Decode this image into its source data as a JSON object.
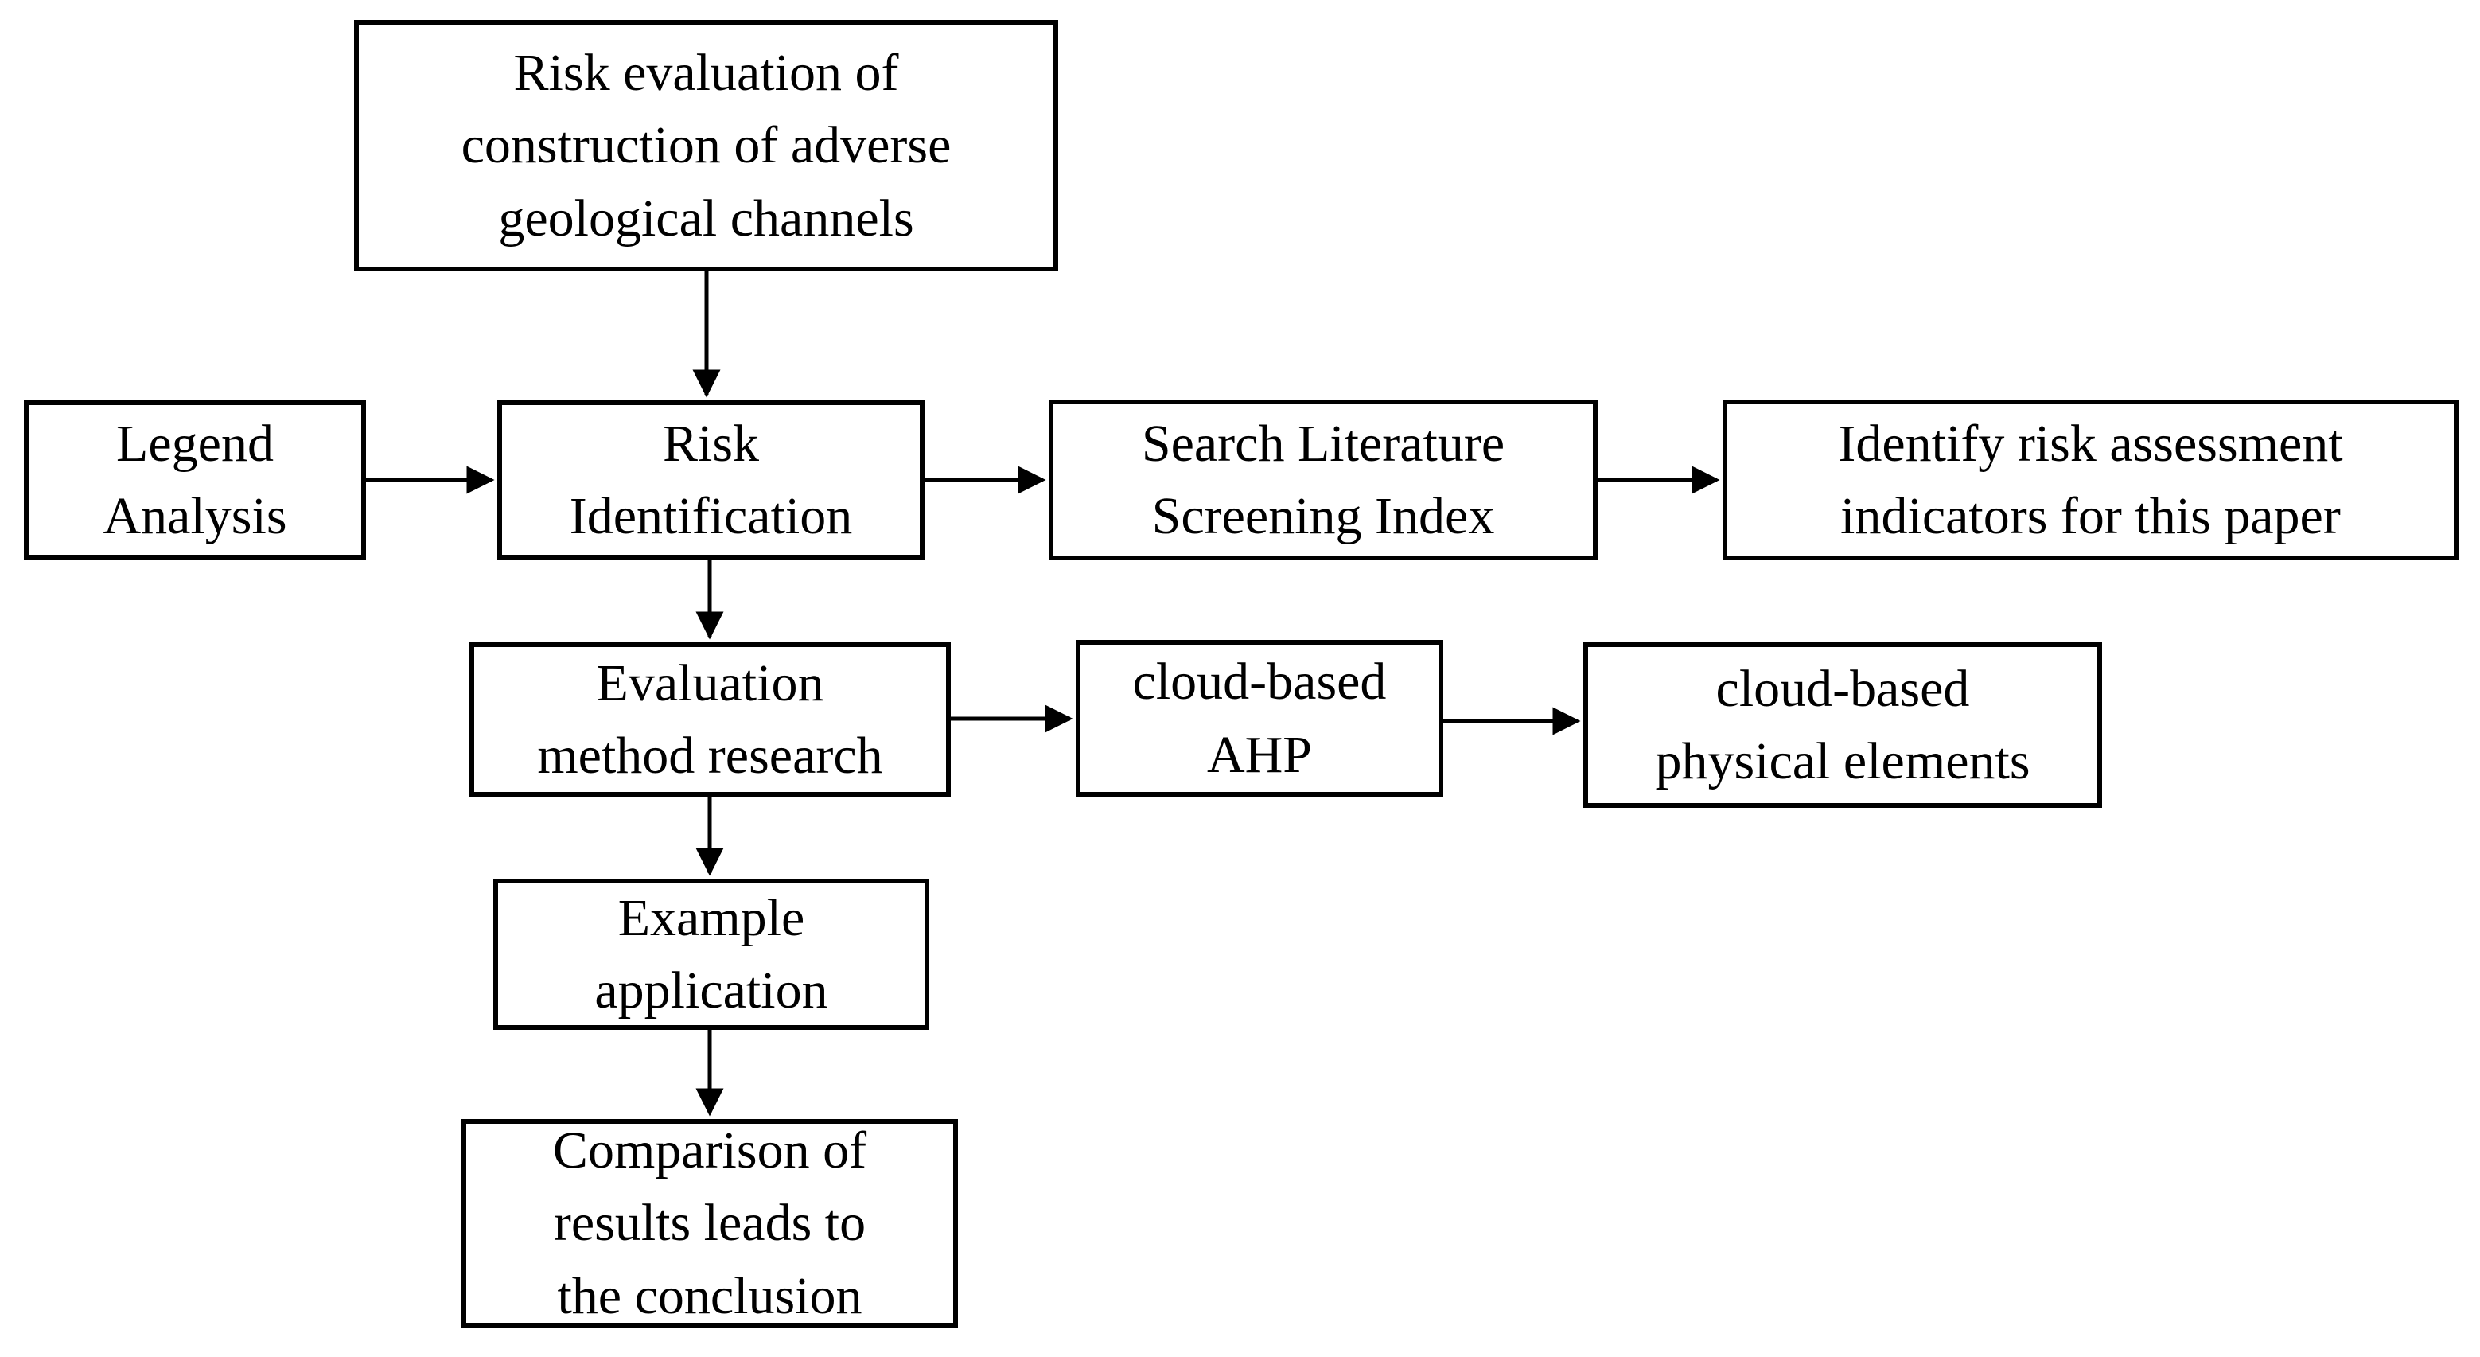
{
  "diagram_type": "flowchart",
  "colors": {
    "background": "#ffffff",
    "box_border": "#000000",
    "arrow": "#000000",
    "text": "#000000"
  },
  "nodes": [
    {
      "id": "risk-evaluation",
      "label": "Risk evaluation of\nconstruction of adverse\ngeological channels"
    },
    {
      "id": "legend-analysis",
      "label": "Legend\nAnalysis"
    },
    {
      "id": "risk-identification",
      "label": "Risk\nIdentification"
    },
    {
      "id": "search-literature",
      "label": "Search Literature\nScreening Index"
    },
    {
      "id": "identify-indicators",
      "label": "Identify risk assessment\nindicators for this paper"
    },
    {
      "id": "evaluation-method",
      "label": "Evaluation\nmethod research"
    },
    {
      "id": "cloud-ahp",
      "label": "cloud-based\nAHP"
    },
    {
      "id": "cloud-physical",
      "label": "cloud-based\nphysical elements"
    },
    {
      "id": "example-application",
      "label": "Example\napplication"
    },
    {
      "id": "comparison-conclusion",
      "label": "Comparison of\nresults leads to\nthe conclusion"
    }
  ],
  "edges": [
    {
      "from": "risk-evaluation",
      "to": "risk-identification"
    },
    {
      "from": "legend-analysis",
      "to": "risk-identification"
    },
    {
      "from": "risk-identification",
      "to": "search-literature"
    },
    {
      "from": "search-literature",
      "to": "identify-indicators"
    },
    {
      "from": "risk-identification",
      "to": "evaluation-method"
    },
    {
      "from": "evaluation-method",
      "to": "cloud-ahp"
    },
    {
      "from": "cloud-ahp",
      "to": "cloud-physical"
    },
    {
      "from": "evaluation-method",
      "to": "example-application"
    },
    {
      "from": "example-application",
      "to": "comparison-conclusion"
    }
  ]
}
